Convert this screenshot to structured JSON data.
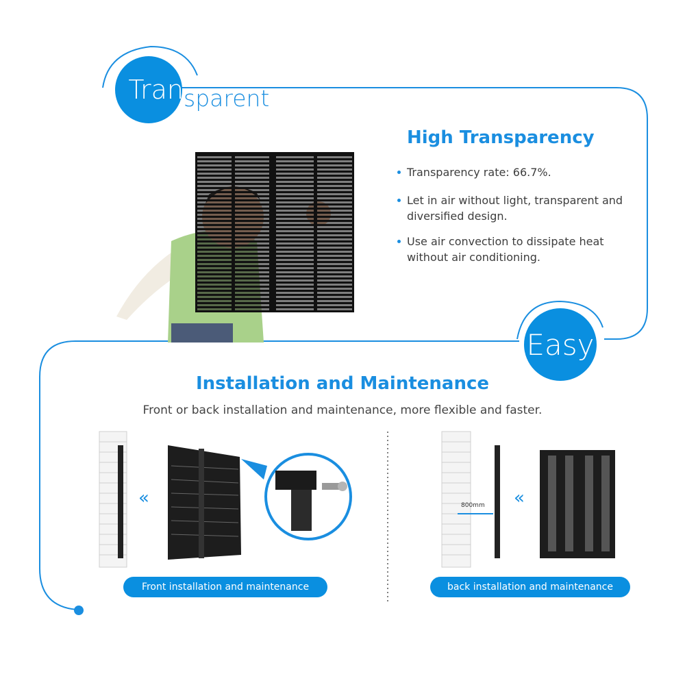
{
  "badges": {
    "transparent_a": "Tran",
    "transparent_b": "sparent",
    "easy": "Easy"
  },
  "transparency": {
    "heading": "High Transparency",
    "bullets": [
      "Transparency rate: 66.7%.",
      "Let in air without light, transparent and diversified design.",
      "Use air convection to dissipate heat without air conditioning."
    ]
  },
  "installation": {
    "heading": "Installation and Maintenance",
    "subtitle": "Front or back installation and maintenance, more flexible and faster.",
    "front_label": "Front installation and maintenance",
    "back_label": "back installation and maintenance",
    "distance_label": "800mm"
  },
  "colors": {
    "accent": "#0a8fe0",
    "heading": "#1a8ee0",
    "panel": "#1e1e1e"
  }
}
